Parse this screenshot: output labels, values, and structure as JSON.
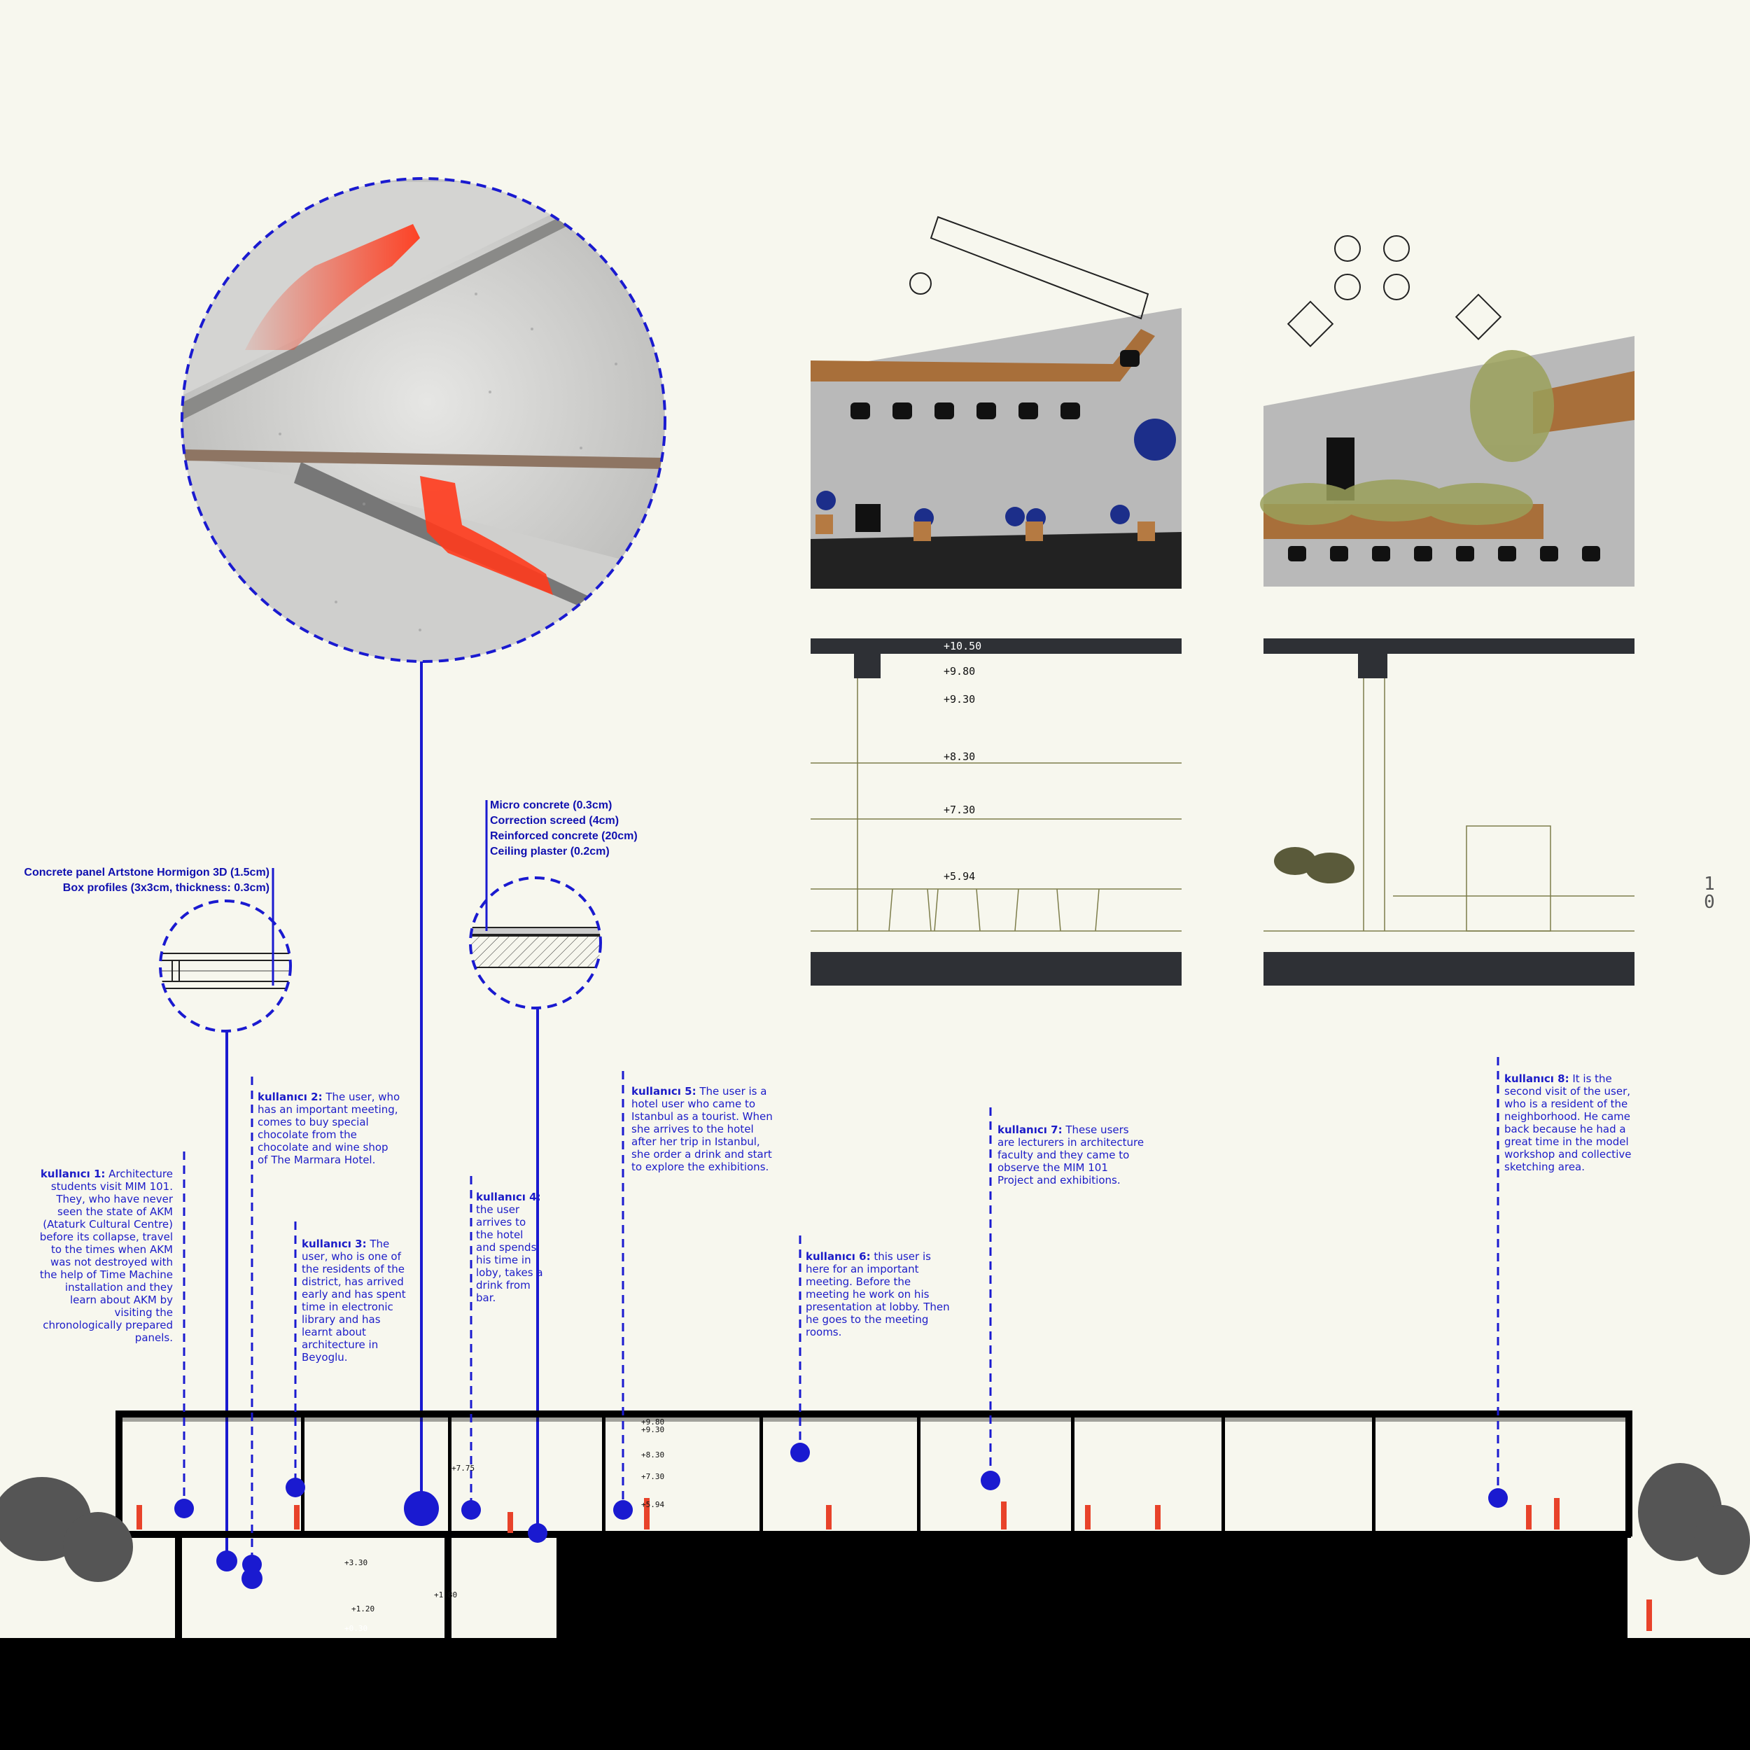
{
  "colors": {
    "background": "#f7f7ee",
    "accent_blue": "#1a1ad0",
    "figure_red": "#e8432a",
    "concrete": "#c8c8c8",
    "wood": "#b57a42"
  },
  "specs": {
    "panel_note": "Concrete panel Artstone Hormigon 3D (1.5cm)\nBox profiles (3x3cm, thickness: 0.3cm)",
    "slab_note": "Micro concrete (0.3cm)\nCorrection screed (4cm)\nReinforced concrete (20cm)\nCeiling plaster (0.2cm)"
  },
  "users": [
    {
      "name": "kullanıcı 1:",
      "text": " Architecture students visit MIM 101. They, who have never seen the state of AKM (Ataturk Cultural Centre) before its collapse, travel to the times when AKM was not destroyed with the help of Time Machine installation and they learn about AKM by visiting the chronologically prepared panels."
    },
    {
      "name": "kullanıcı 2:",
      "text": " The user, who has an important meeting, comes to buy special chocolate from the chocolate and wine shop of The Marmara Hotel."
    },
    {
      "name": "kullanıcı 3:",
      "text": " The user, who is one of the residents of the district, has arrived early and has spent time in electronic library and has learnt about architecture in Beyoglu."
    },
    {
      "name": "kullanıcı 4:",
      "text": " the user arrives to the hotel and spends his time in loby, takes a drink from bar."
    },
    {
      "name": "kullanıcı 5:",
      "text": " The user is a hotel user who came to Istanbul as a tourist. When she arrives to the hotel after her trip in Istanbul, she order a drink and start to explore the exhibitions."
    },
    {
      "name": "kullanıcı 6:",
      "text": " this user is here for an important meeting. Before the meeting he work on his presentation at lobby. Then he goes to the meeting rooms."
    },
    {
      "name": "kullanıcı 7:",
      "text": " These users are lecturers in architecture faculty and they came to observe the MIM 101 Project and exhibitions."
    },
    {
      "name": "kullanıcı 8:",
      "text": " It is the second visit of the user, who is a resident of the neighborhood. He came back because he had a great time in the model workshop and collective sketching area."
    }
  ],
  "detail_levels": [
    "+10.50",
    "+9.80",
    "+9.30",
    "+8.30",
    "+7.30",
    "+5.94"
  ],
  "section_levels": [
    "+9.80",
    "+9.30",
    "+8.30",
    "+7.30",
    "+5.94",
    "+7.75",
    "+3.30",
    "+1.80",
    "+1.20",
    "+0.30"
  ],
  "page_number": "1\n0"
}
